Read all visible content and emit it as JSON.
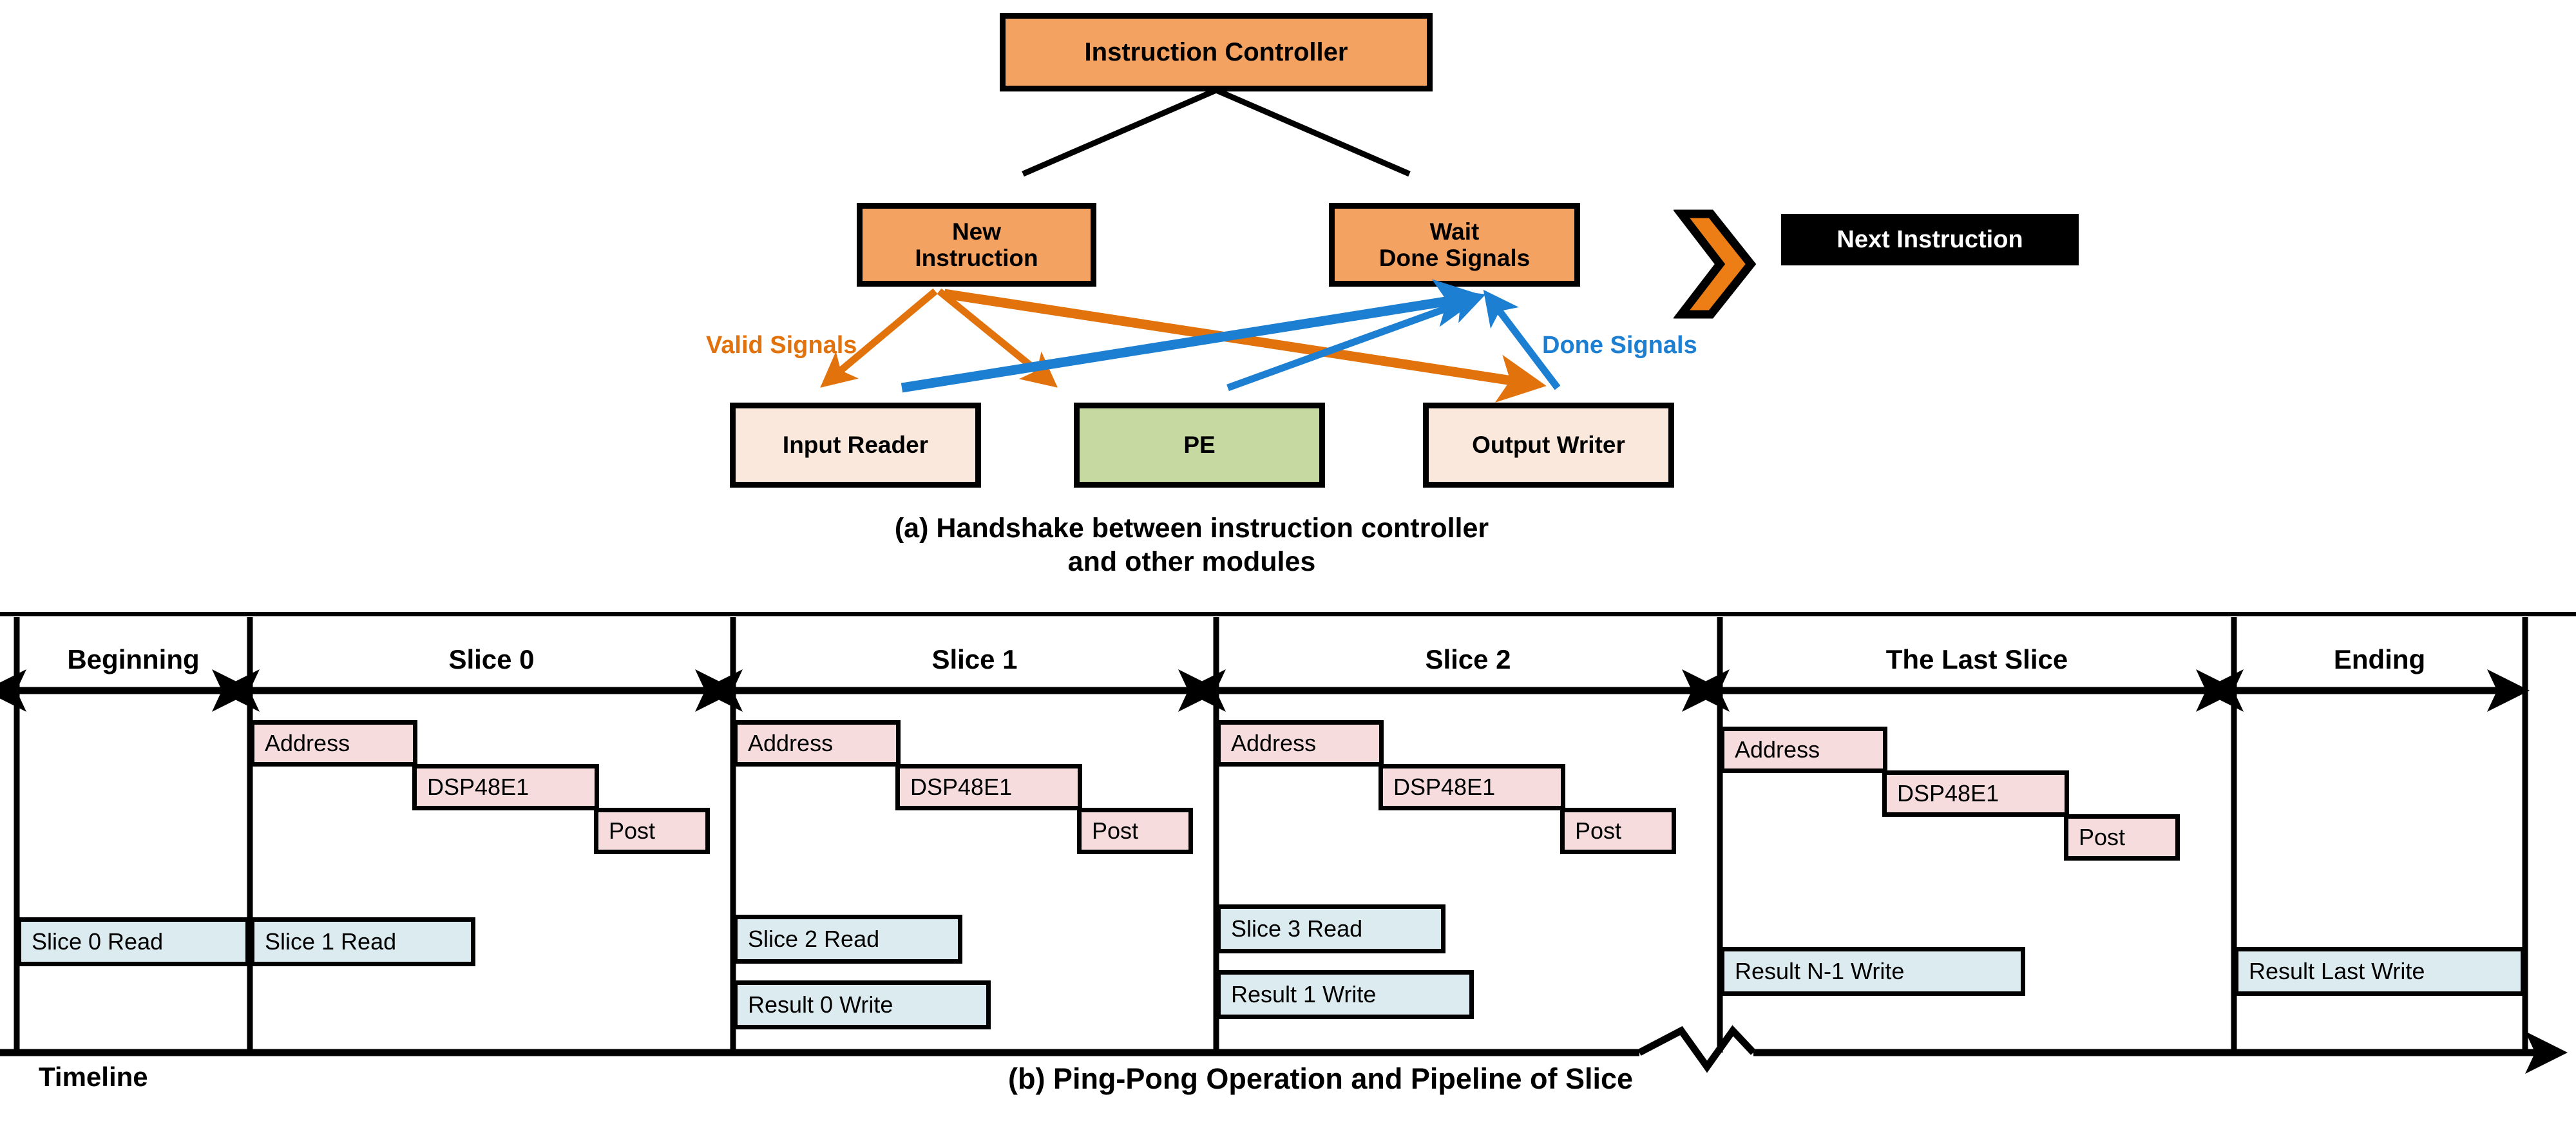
{
  "figure_a": {
    "caption_line1": "(a) Handshake between instruction controller",
    "caption_line2": "and other modules",
    "nodes": {
      "controller": "Instruction Controller",
      "new_instruction_line1": "New",
      "new_instruction_line2": "Instruction",
      "wait_done_line1": "Wait",
      "wait_done_line2": "Done Signals",
      "next_instruction": "Next Instruction",
      "input_reader": "Input Reader",
      "pe": "PE",
      "output_writer": "Output Writer"
    },
    "signals": {
      "valid": "Valid Signals",
      "done": "Done Signals"
    },
    "colors": {
      "orange_fill": "#F4A261",
      "peach_fill": "#FBE8DC",
      "green_fill": "#C5D9A0",
      "valid_arrow": "#E2720C",
      "done_arrow": "#1C7FD1",
      "chevron_fill": "#ED7D15",
      "next_instruction_bg": "#000000"
    }
  },
  "figure_b": {
    "caption": "(b) Ping-Pong Operation and Pipeline of Slice",
    "timeline_label": "Timeline",
    "phases": [
      "Beginning",
      "Slice 0",
      "Slice 1",
      "Slice 2",
      "The Last Slice",
      "Ending"
    ],
    "pipeline_stages": [
      "Address",
      "DSP48E1",
      "Post"
    ],
    "memory_ops": {
      "beginning": [
        "Slice 0 Read"
      ],
      "slice0": [
        "Slice 1 Read"
      ],
      "slice1": [
        "Slice 2 Read",
        "Result 0 Write"
      ],
      "slice2": [
        "Slice 3 Read",
        "Result 1 Write"
      ],
      "last_slice": [
        "Result N-1 Write"
      ],
      "ending": [
        "Result Last Write"
      ]
    },
    "colors": {
      "pipeline_fill": "#F6DCDC",
      "memory_fill": "#DBEBF0",
      "line": "#000000"
    }
  }
}
